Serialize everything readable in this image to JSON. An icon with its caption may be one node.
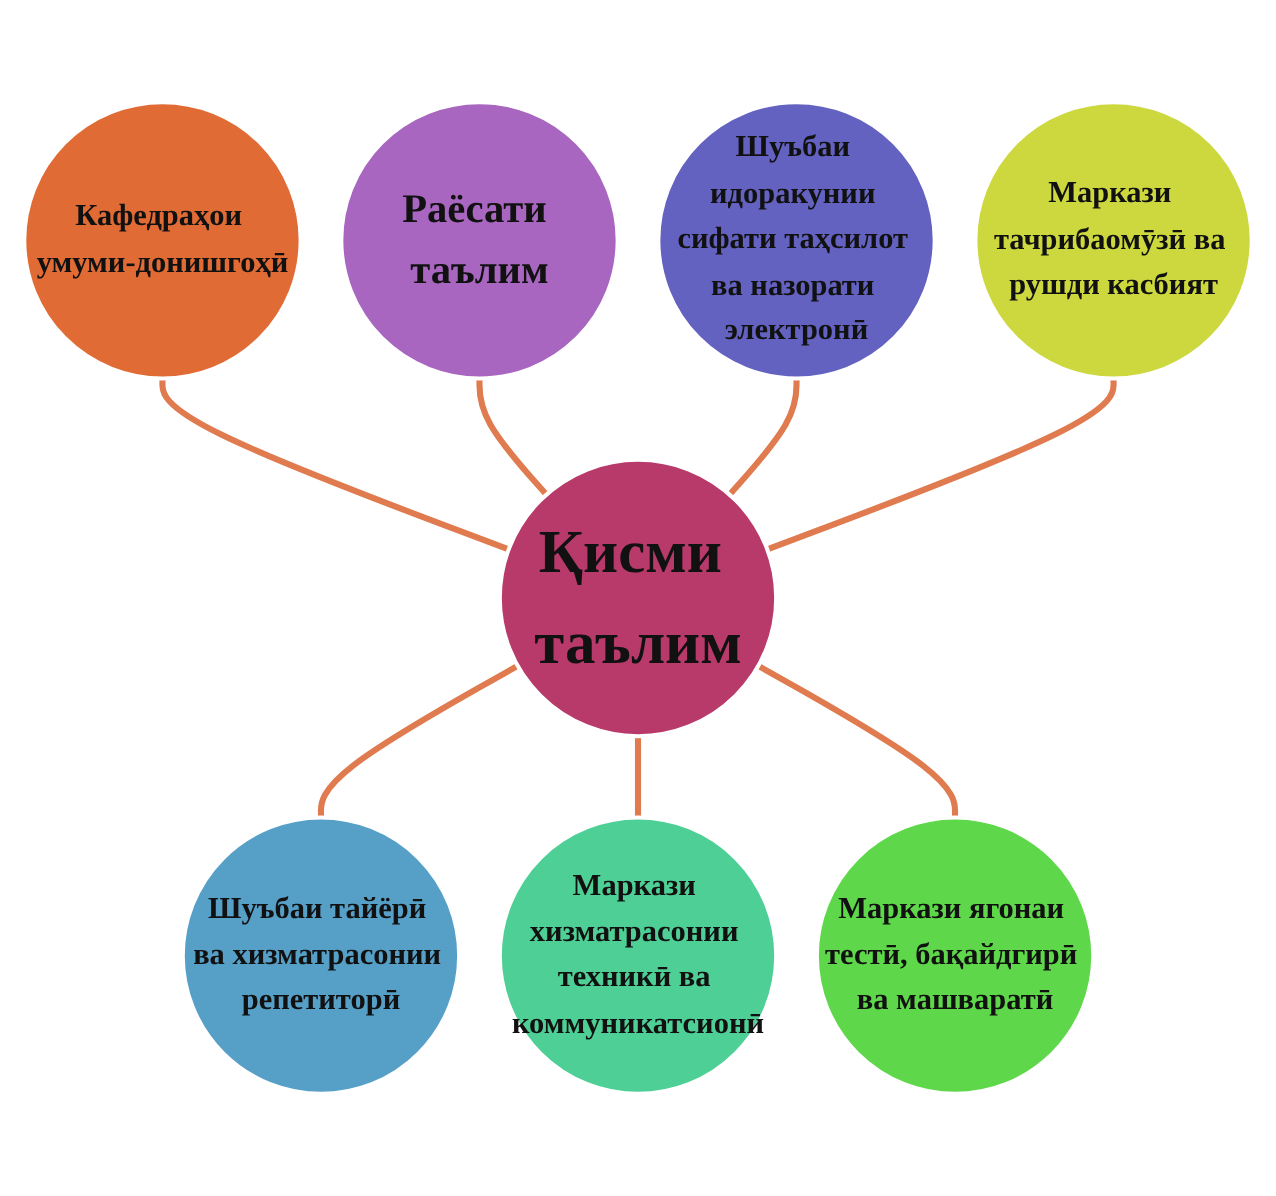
{
  "diagram": {
    "nodes": [
      {
        "text": [
          "Раёсати таълим"
        ]
      },
      {
        "text": [
          "Кафедраҳои умуми-донишгоҳӣ"
        ]
      },
      {
        "text": [
          "Шуъбаи идоракунии сифати таҳсилот ва назорати электронӣ"
        ]
      },
      {
        "text": [
          "Қисми таълим"
        ]
      },
      {
        "text": [
          "Маркази тачрибаомӯзӣ ва рушди касбият"
        ]
      },
      {
        "text": [
          "Шуъбаи тайёрӣ ва хизматрасонии репетиторӣ"
        ]
      },
      {
        "text": [
          "Маркази ягонаи тестӣ, бақайдгирӣ ва машваратӣ"
        ]
      },
      {
        "text": [
          "Маркази хизматрасонии техникӣ ва коммуникатсионӣ"
        ]
      }
    ],
    "edges": [
      {
        "from": 1,
        "to": 3,
        "arrow": "none"
      },
      {
        "from": 0,
        "to": 3,
        "arrow": "none"
      },
      {
        "from": 2,
        "to": 3,
        "arrow": "none"
      },
      {
        "from": 4,
        "to": 3,
        "arrow": "none"
      },
      {
        "from": 3,
        "to": 5,
        "arrow": "none"
      },
      {
        "from": 3,
        "to": 7,
        "arrow": "none"
      },
      {
        "from": 3,
        "to": 6,
        "arrow": "none"
      }
    ]
  }
}
